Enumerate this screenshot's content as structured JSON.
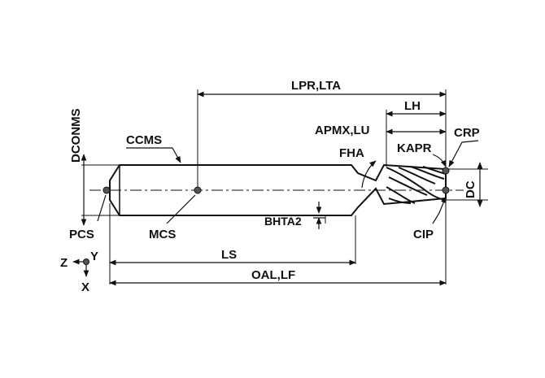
{
  "labels": {
    "lpr_lta": "LPR,LTA",
    "lh": "LH",
    "apmx_lu": "APMX,LU",
    "crp": "CRP",
    "fha": "FHA",
    "kapr": "KAPR",
    "dconms": "DCONMS",
    "ccms": "CCMS",
    "dc": "DC",
    "bhta2": "BHTA2",
    "pcs": "PCS",
    "mcs": "MCS",
    "cip": "CIP",
    "ls": "LS",
    "oal_lf": "OAL,LF",
    "axis_z": "Z",
    "axis_y": "Y",
    "axis_x": "X"
  },
  "colors": {
    "ink": "#111111",
    "point": "#555555",
    "background": "#ffffff"
  }
}
